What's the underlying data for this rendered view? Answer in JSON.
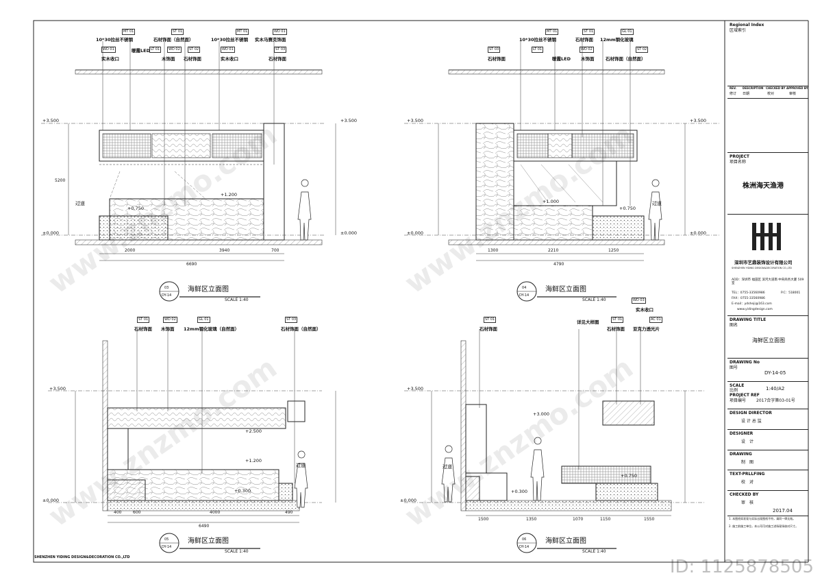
{
  "drawings": [
    {
      "id": "v03",
      "title": "海鲜区立面图",
      "number": "03",
      "ref": "DY-14",
      "scale": "SCALE 1:40",
      "annotations": [
        "10*30拉丝不锈钢",
        "石材饰面（自然面）",
        "10*30拉丝不锈钢",
        "实木马赛克饰面",
        "实木收口",
        "暖霞LED",
        "木饰面",
        "石材饰面",
        "实木收口",
        "石材饰面"
      ],
      "tags": [
        "MT 01",
        "ST 01",
        "MT 01",
        "WD 01",
        "WD 01",
        "LT 01",
        "WD 02",
        "ST 02",
        "WD 01",
        "ST 03"
      ],
      "levels": [
        "+3.500",
        "+3.500",
        "+1.200",
        "+0.750",
        "±0.000",
        "±0.000"
      ],
      "dims_bottom": [
        "2000",
        "3940",
        "700"
      ],
      "dim_total": "6690",
      "dims_side": [
        "5200"
      ],
      "passage": "过道"
    },
    {
      "id": "v04",
      "title": "海鲜区立面图",
      "number": "04",
      "ref": "DY-14",
      "scale": "SCALE 1:40",
      "annotations": [
        "10*30拉丝不锈钢",
        "石材饰面",
        "12mm钢化玻璃",
        "石材饰面（自然面）",
        "暖霞LED",
        "木饰面",
        "石材饰面"
      ],
      "tags": [
        "MT 01",
        "ST 01",
        "GL 01",
        "ST 02",
        "LT 01",
        "WD 02",
        "ST 03"
      ],
      "levels": [
        "+3.500",
        "+3.500",
        "+1.000",
        "+0.750",
        "±0.000",
        "±0.000"
      ],
      "dims_bottom": [
        "1300",
        "2210",
        "1250"
      ],
      "dim_total": "4790",
      "passage": "过道"
    },
    {
      "id": "v05",
      "title": "海鲜区立面图",
      "number": "05",
      "ref": "DY-14",
      "scale": "SCALE 1:40",
      "annotations": [
        "石材饰面",
        "木饰面",
        "12mm钢化玻璃（自然面）",
        "石材饰面（自然面）"
      ],
      "tags": [
        "ST 01",
        "WD 02",
        "GL 01",
        "ST 03"
      ],
      "levels": [
        "+3.500",
        "+2.500",
        "+1.200",
        "+0.300",
        "±0.000"
      ],
      "dims_bottom": [
        "400",
        "600",
        "4000",
        "490"
      ],
      "dim_total": "6490",
      "passage": "过道"
    },
    {
      "id": "v06",
      "title": "海鲜区立面图",
      "number": "06",
      "ref": "DY-14",
      "scale": "SCALE 1:40",
      "annotations": [
        "实木收口",
        "石材饰面",
        "详见大样图",
        "石材饰面",
        "亚克力透光片"
      ],
      "tags": [
        "WD 03",
        "ST 01",
        "ST 01",
        "AC 01"
      ],
      "levels": [
        "+3.500",
        "+3.000",
        "+0.750",
        "+0.300",
        "±0.000"
      ],
      "dims_bottom": [
        "1500",
        "1350",
        "1070",
        "1150",
        "1550"
      ],
      "passage": "过道"
    }
  ],
  "title_block": {
    "regional_index_en": "Regional Index",
    "regional_index_cn": "区域索引",
    "rev_headers": [
      "REV.",
      "DESCRIPTION",
      "CHECKED BY",
      "APPROVED BY"
    ],
    "rev_headers_cn": [
      "修订",
      "日期",
      "校对",
      "审核"
    ],
    "project_en": "PROJECT",
    "project_cn": "项目名称",
    "project_name": "株洲海天渔港",
    "company_cn": "深圳市艺鼎装饰设计有限公司",
    "company_en": "SHENZHEN YIDING DESIGN&DECORATION CO.,LTD",
    "addr": "ADD：深圳市 福田区 滨河大道南 中央商务大厦 509 室",
    "tel": "TEL：0755-33560986",
    "pc": "P.C：518001",
    "fax": "FAX：0755-33560986",
    "email": "E-mail：ydsheji@163.com",
    "web": "www.yidingdesign.com",
    "drawing_title_en": "DRAWING  TITLE",
    "drawing_title_cn": "图名",
    "drawing_title": "海鲜区立面图",
    "drawing_no_en": "DRAWING No",
    "drawing_no_cn": "图号",
    "drawing_no": "DY-14-05",
    "scale_en": "SCALE",
    "scale_cn": "比例",
    "scale": "1:40/A2",
    "project_ref_en": "PROJECT REF",
    "project_ref_cn": "项目编号",
    "project_ref": "2017合字第03-01号",
    "design_director_en": "DESIGN DIRECTOR",
    "design_director_cn": "设 计 总 监",
    "designer_en": "DESIGNER",
    "designer_cn": "设　计",
    "drawing_en": "DRAWING",
    "drawing_cn": "制　图",
    "text_proof_en": "TEXT-PRLLFING",
    "text_proof_cn": "校　对",
    "checked_en": "CHECKED BY",
    "checked_cn": "审　核",
    "date": "2017.04",
    "notes": [
      "1. 本图纸如发现与实际出现图纸不符，请同一律无效。",
      "2. 施工前施工单位，本公司可对施工进场现场核对尺寸。"
    ]
  },
  "footer_company": "SHENZHEN YIDING DESIGN&DECORATION CO.,LTD",
  "id_text": "ID: 1125878505",
  "watermark_text": "www.znzmo.com"
}
